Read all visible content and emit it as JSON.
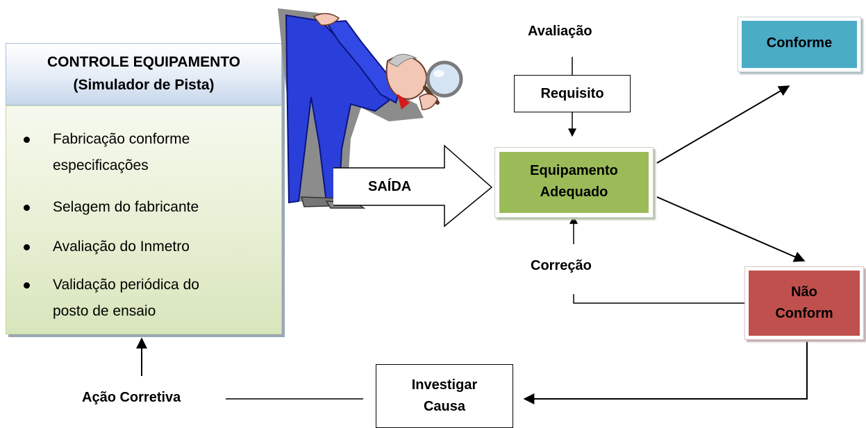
{
  "panel": {
    "title_line1": "CONTROLE EQUIPAMENTO",
    "title_line2": "(Simulador de Pista)",
    "items": [
      {
        "line1": "Fabricação conforme",
        "line2": "especificações"
      },
      {
        "line1": "Selagem do fabricante",
        "line2": ""
      },
      {
        "line1": "Avaliação do Inmetro",
        "line2": ""
      },
      {
        "line1": "Validação periódica do",
        "line2": "posto de ensaio"
      }
    ]
  },
  "labels": {
    "avaliacao": "Avaliação",
    "requisito": "Requisito",
    "saida": "SAÍDA",
    "equipamento_line1": "Equipamento",
    "equipamento_line2": "Adequado",
    "conforme": "Conforme",
    "correcao": "Correção",
    "nao_conform_line1": "Não",
    "nao_conform_line2": "Conform",
    "investigar_line1": "Investigar",
    "investigar_line2": "Causa",
    "acao_corretiva": "Ação Corretiva"
  },
  "colors": {
    "equipamento_fill": "#9bbb59",
    "conforme_fill": "#4bacc6",
    "nao_conform_fill": "#c0504d",
    "panel_header_fill": "#dce6f2",
    "panel_body_fill": "#ebf1de",
    "inspector_suit": "#2a3fd9"
  },
  "icons": {
    "inspector": "man-with-magnifying-glass-icon"
  }
}
